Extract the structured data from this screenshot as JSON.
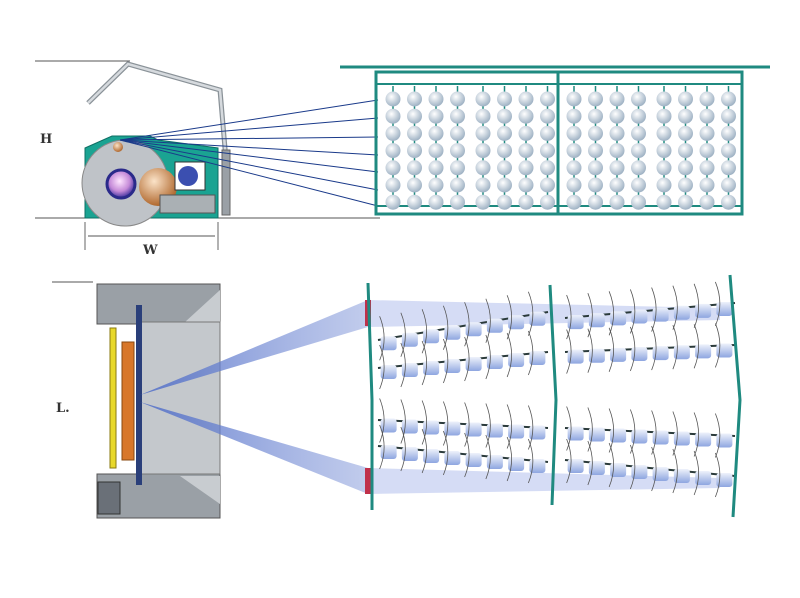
{
  "labels": {
    "height": "H",
    "width": "W",
    "length": "L."
  },
  "colors": {
    "frame_teal": "#1f8a80",
    "machine_teal": "#1aa392",
    "yarn_blue": "#1a3a8a",
    "beam_orange": "#d88a3a",
    "band_blue": "#6f86d0"
  },
  "creel": {
    "sections": 2,
    "columns_per_section": 8,
    "rows": 7
  }
}
